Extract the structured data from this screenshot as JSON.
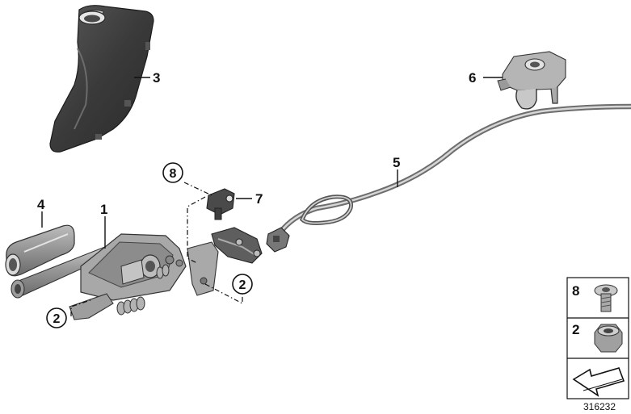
{
  "callouts": {
    "c1": "1",
    "c2a": "2",
    "c2b": "2",
    "c3": "3",
    "c4": "4",
    "c5": "5",
    "c6": "6",
    "c7": "7",
    "c8": "8"
  },
  "legend": {
    "row1": "8",
    "row2": "2"
  },
  "diagram_number": "316232"
}
